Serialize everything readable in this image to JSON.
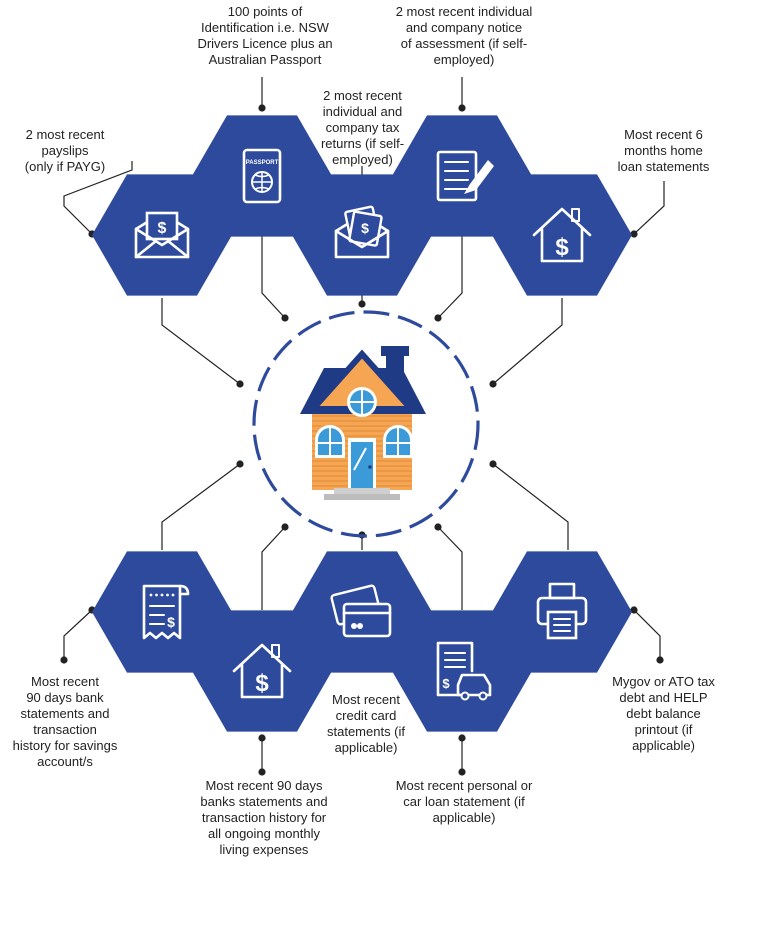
{
  "colors": {
    "hex_fill": "#2e4a9c",
    "icon_stroke": "#ffffff",
    "connector": "#222222",
    "ring": "#2e4a9c",
    "house_wall": "#f6a552",
    "house_roof": "#1f3b86",
    "window": "#3b9ad8"
  },
  "center": {
    "icon": "house-illustration"
  },
  "items": [
    {
      "id": "payslips",
      "icon": "envelope-dollar-icon",
      "label": "2 most recent\npayslips\n(only if PAYG)"
    },
    {
      "id": "identification",
      "icon": "passport-icon",
      "icon_text": "PASSPORT",
      "label": "100 points of\nIdentification i.e. NSW\nDrivers Licence plus an\nAustralian Passport"
    },
    {
      "id": "tax-returns",
      "icon": "envelope-money-icon",
      "label": "2 most recent\nindividual and\ncompany tax\nreturns (if self-\nemployed)"
    },
    {
      "id": "notice-of-assessment",
      "icon": "document-pen-icon",
      "label": "2 most recent individual\nand company notice\nof assessment (if self-\nemployed)"
    },
    {
      "id": "home-loan",
      "icon": "house-dollar-icon",
      "label": "Most recent 6\nmonths home\nloan statements"
    },
    {
      "id": "savings",
      "icon": "receipt-dollar-icon",
      "label": "Most recent\n90 days bank\nstatements and\ntransaction\nhistory for savings\naccount/s"
    },
    {
      "id": "living-expenses",
      "icon": "house-dollar-icon",
      "label": "Most recent 90 days\nbanks statements and\ntransaction history for\nall ongoing monthly\nliving expenses"
    },
    {
      "id": "credit-card",
      "icon": "credit-card-icon",
      "label": "Most recent\ncredit card\nstatements (if\napplicable)"
    },
    {
      "id": "car-loan",
      "icon": "car-loan-document-icon",
      "label": "Most recent personal or\ncar loan statement (if\napplicable)"
    },
    {
      "id": "ato-debt",
      "icon": "printer-icon",
      "label": "Mygov or ATO tax\ndebt and HELP\ndebt balance\nprintout (if\napplicable)"
    }
  ]
}
